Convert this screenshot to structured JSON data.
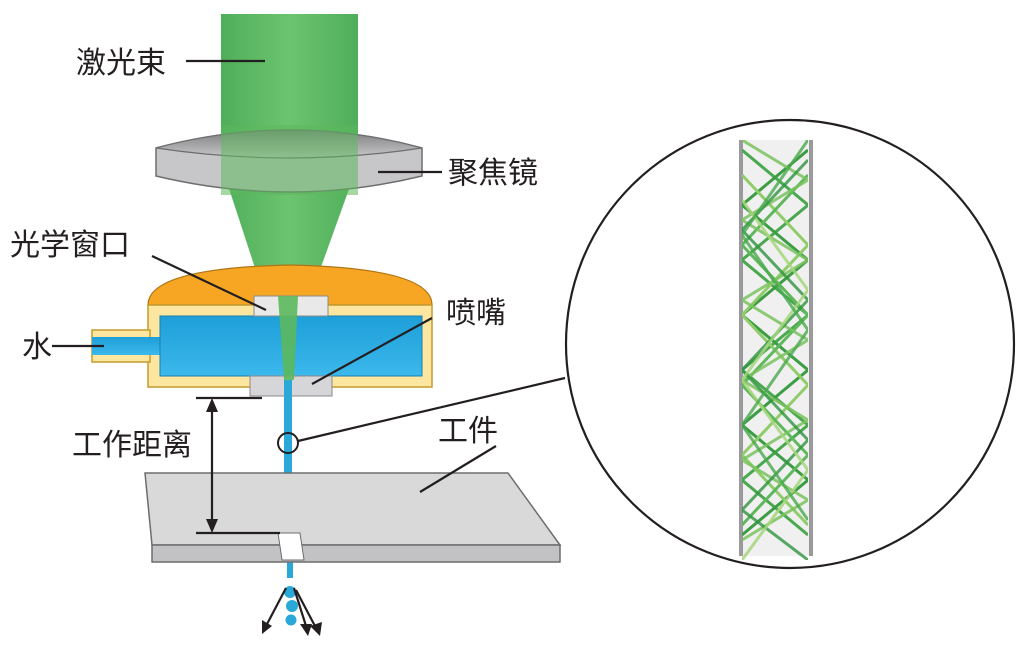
{
  "labels": {
    "laser_beam": "激光束",
    "focusing_lens": "聚焦镜",
    "optical_window": "光学窗口",
    "nozzle": "喷嘴",
    "water": "水",
    "working_distance": "工作距离",
    "workpiece": "工件"
  },
  "colors": {
    "laser": "#5cb85c",
    "water": "#29abe2",
    "housing_top": "#f7a928",
    "housing_body": "#fde9a6",
    "lens": "#9d9d9f",
    "workpiece": "#d9d9d9",
    "line": "#231f20"
  }
}
